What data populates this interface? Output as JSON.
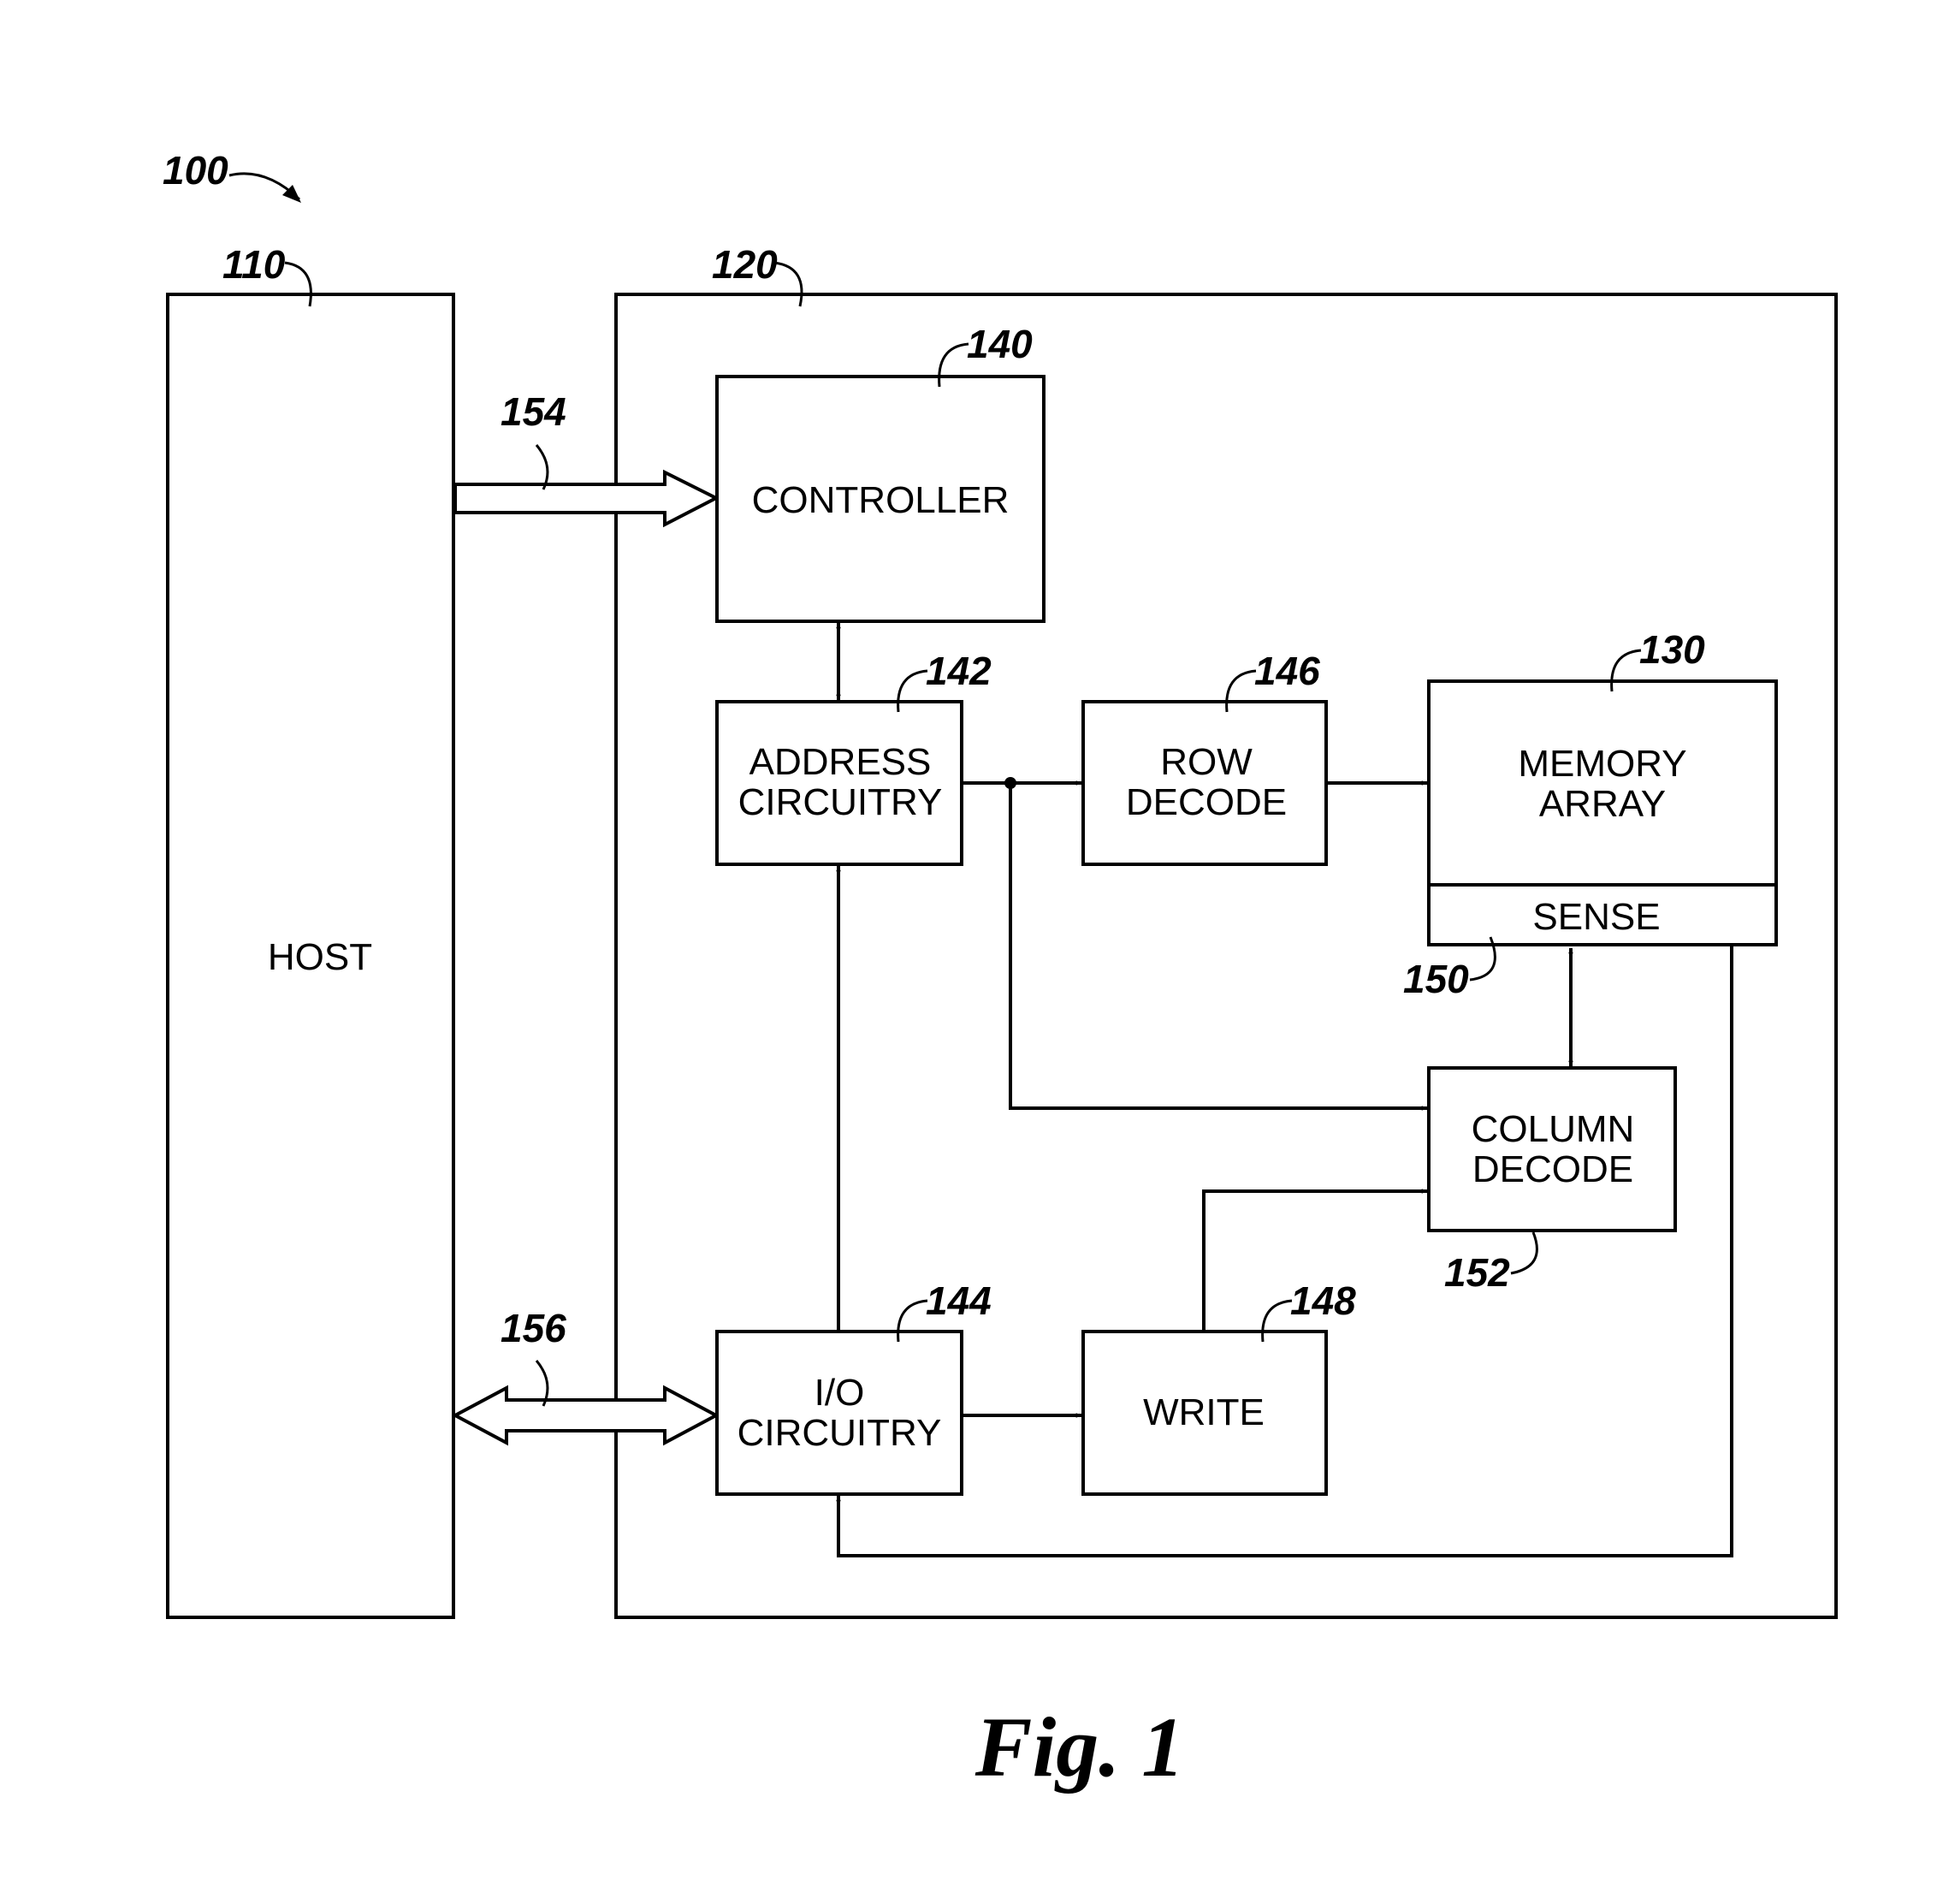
{
  "figure_label": "Fig. 1",
  "refs": {
    "system": "100",
    "host": "110",
    "memory_device": "120",
    "memory_array": "130",
    "controller": "140",
    "address_circuitry": "142",
    "io_circuitry": "144",
    "row_decode": "146",
    "write": "148",
    "sense": "150",
    "column_decode": "152",
    "control_bus": "154",
    "io_bus": "156"
  },
  "blocks": {
    "host": [
      "HOST"
    ],
    "controller": [
      "CONTROLLER"
    ],
    "address_circuitry": [
      "ADDRESS",
      "CIRCUITRY"
    ],
    "row_decode": [
      "ROW",
      "DECODE"
    ],
    "memory_array": [
      "MEMORY",
      "ARRAY"
    ],
    "sense": [
      "SENSE"
    ],
    "column_decode": [
      "COLUMN",
      "DECODE"
    ],
    "io_circuitry": [
      "I/O",
      "CIRCUITRY"
    ],
    "write": [
      "WRITE"
    ]
  }
}
